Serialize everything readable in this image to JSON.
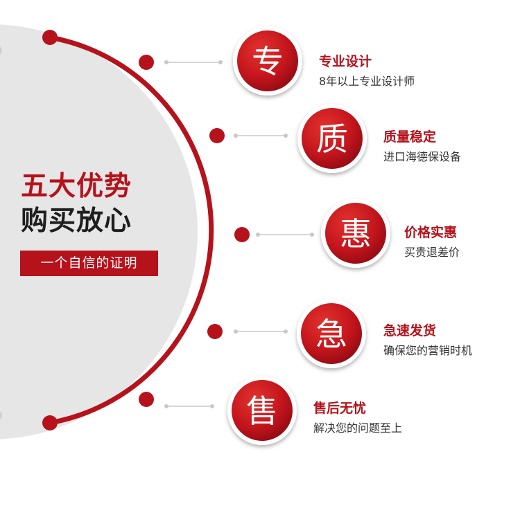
{
  "headline": {
    "line1": "五大优势",
    "line2": "购买放心"
  },
  "tagline": "一个自信的证明",
  "features": [
    {
      "badge": "专",
      "title": "专业设计",
      "desc": "8年以上专业设计师"
    },
    {
      "badge": "质",
      "title": "质量稳定",
      "desc": "进口海德保设备"
    },
    {
      "badge": "惠",
      "title": "价格实惠",
      "desc": "买贵退差价"
    },
    {
      "badge": "急",
      "title": "急速发货",
      "desc": "确保您的营销时机"
    },
    {
      "badge": "售",
      "title": "售后无忧",
      "desc": "解决您的问题至上"
    }
  ],
  "colors": {
    "accent": "#b5121b",
    "circle_gray": "#e6e6e6",
    "connector_gray": "#c8c8c8",
    "text_dark": "#1e1e1e"
  }
}
